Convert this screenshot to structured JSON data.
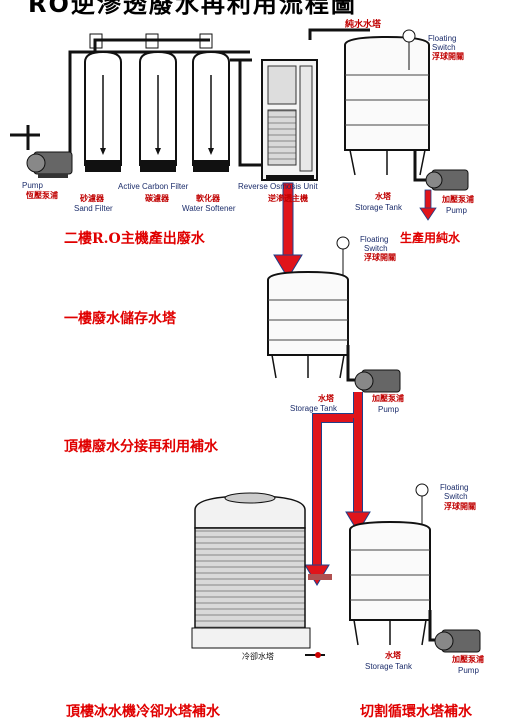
{
  "title": "RO逆滲透廢水再利用流程圖",
  "top_system": {
    "pure_tank_label": "純水水塔",
    "switch_label_en_1": "Floating",
    "switch_label_en_2": "Switch",
    "switch_label_zh": "浮球開關",
    "pump_en": "Pump",
    "pump_zh": "恆壓泵浦",
    "filter_header": "Active Carbon Filter",
    "sand_zh": "砂濾器",
    "sand_en": "Sand Filter",
    "carbon_zh": "碳濾器",
    "softener_zh": "軟化器",
    "softener_en": "Water Softener",
    "ro_en": "Reverse Osmosis Unit",
    "ro_zh": "逆滲透主機",
    "tank_zh": "水塔",
    "tank_en": "Storage Tank",
    "pump2_zh": "加壓泵浦",
    "pump2_en": "Pump"
  },
  "annotations": {
    "ro_waste": "二樓R.O主機產出廢水",
    "production_water": "生產用純水",
    "waste_storage": "一樓廢水儲存水塔",
    "rooftop_reuse": "頂樓廢水分接再利用補水",
    "chiller_makeup": "頂樓冰水機冷卻水塔補水",
    "cutting_makeup": "切割循環水塔補水"
  },
  "middle_system": {
    "switch_en_1": "Floating",
    "switch_en_2": "Switch",
    "switch_zh": "浮球開關",
    "tank_zh": "水塔",
    "tank_en": "Storage Tank",
    "pump_zh": "加壓泵浦",
    "pump_en": "Pump"
  },
  "bottom_system": {
    "switch_en_1": "Floating",
    "switch_en_2": "Switch",
    "switch_zh": "浮球開關",
    "cooling_tower_label": "冷卻水塔",
    "tank_zh": "水塔",
    "tank_en": "Storage Tank",
    "pump_zh": "加壓泵浦",
    "pump_en": "Pump"
  },
  "colors": {
    "flow_arrow": "#e0141b",
    "arrow_outline": "#1f3f8a",
    "pipe": "#111111",
    "annotation_red": "#e00000"
  }
}
